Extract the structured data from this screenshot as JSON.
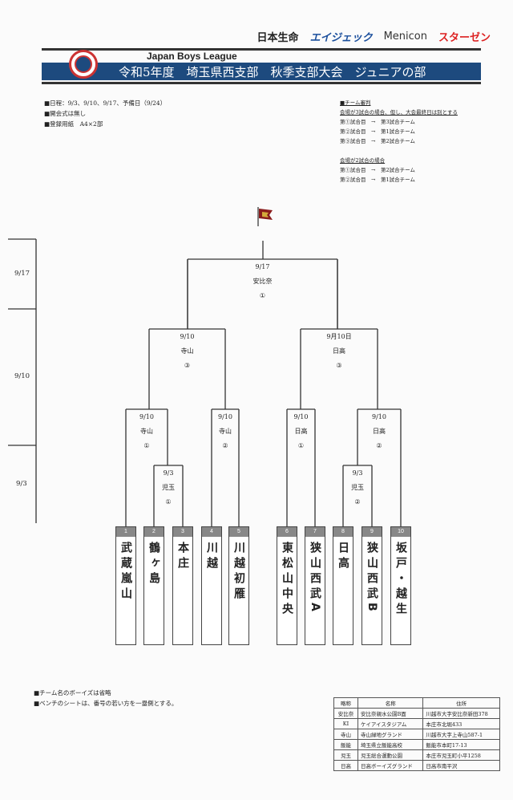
{
  "sponsors": [
    "日本生命",
    "エイジェック",
    "Menicon",
    "スターゼン"
  ],
  "header": {
    "league": "Japan Boys League",
    "title": "令和5年度　埼玉県西支部　秋季支部大会　ジュニアの部"
  },
  "info": [
    "■日程：9/3、9/10、9/17、予備日（9/24）",
    "■開会式は無し",
    "■登録用紙　A4×2部"
  ],
  "umpire": {
    "title": "■チーム審判",
    "three_head": "会場が3試合の場合、但し、大会最終日は別とする",
    "three": [
      "第①試合目　→　第3試合チーム",
      "第②試合目　→　第1試合チーム",
      "第③試合目　→　第2試合チーム"
    ],
    "two_head": "会場が2試合の場合",
    "two": [
      "第①試合目　→　第2試合チーム",
      "第②試合目　→　第1試合チーム"
    ]
  },
  "dates": [
    "9/17",
    "9/10",
    "9/3"
  ],
  "matches": {
    "final": [
      "9/17",
      "安比奈",
      "①"
    ],
    "sf1": [
      "9/10",
      "寺山",
      "③"
    ],
    "sf2": [
      "9月10日",
      "日高",
      "③"
    ],
    "qf1": [
      "9/10",
      "寺山",
      "①"
    ],
    "qf2": [
      "9/10",
      "寺山",
      "②"
    ],
    "qf3": [
      "9/10",
      "日高",
      "①"
    ],
    "qf4": [
      "9/10",
      "日高",
      "②"
    ],
    "r1a": [
      "9/3",
      "児玉",
      "①"
    ],
    "r1b": [
      "9/3",
      "児玉",
      "②"
    ]
  },
  "teams": [
    {
      "no": "1",
      "name": "武蔵嵐山"
    },
    {
      "no": "2",
      "name": "鶴ヶ島"
    },
    {
      "no": "3",
      "name": "本庄"
    },
    {
      "no": "4",
      "name": "川越"
    },
    {
      "no": "5",
      "name": "川越初雁"
    },
    {
      "no": "6",
      "name": "東松山中央"
    },
    {
      "no": "7",
      "name": "狭山西武A"
    },
    {
      "no": "8",
      "name": "日高"
    },
    {
      "no": "9",
      "name": "狭山西武B"
    },
    {
      "no": "10",
      "name": "坂戸・越生"
    }
  ],
  "notes": [
    "■チーム名のボーイズは省略",
    "■ベンチのシートは、番号の若い方を一塁側とする。"
  ],
  "venues": {
    "headers": [
      "略称",
      "名称",
      "住所"
    ],
    "rows": [
      [
        "安比奈",
        "安比奈親水公園B面",
        "川越市大字安比奈新田378"
      ],
      [
        "KI",
        "ケイアイスタジアム",
        "本庄市北堀433"
      ],
      [
        "寺山",
        "寺山緑地グランド",
        "川越市大字上寺山587-1"
      ],
      [
        "飯能",
        "埼玉県立飯能高校",
        "飯能市本町17-13"
      ],
      [
        "児玉",
        "児玉総合運動公園",
        "本庄市児玉町小平1258"
      ],
      [
        "日高",
        "日高ボーイズグランド",
        "日高市南平沢"
      ]
    ]
  }
}
